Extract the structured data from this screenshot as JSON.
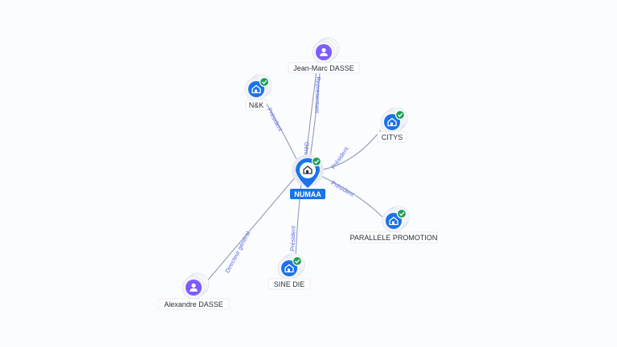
{
  "colors": {
    "company": "#1a73e8",
    "person": "#7c5cff",
    "verified": "#1e9e5a",
    "edge": "#8e9bb8",
    "edge_label": "#5b6ee0"
  },
  "nodes": [
    {
      "id": "numaa",
      "label": "NUMAA",
      "kind": "company",
      "icon": "building-icon",
      "verified": true,
      "center": true
    },
    {
      "id": "jean-marc",
      "label": "Jean-Marc DASSE",
      "kind": "person",
      "icon": "person-icon",
      "verified": false
    },
    {
      "id": "nk",
      "label": "N&K",
      "kind": "company",
      "icon": "building-icon",
      "verified": true
    },
    {
      "id": "citys",
      "label": "CITYS",
      "kind": "company",
      "icon": "building-icon",
      "verified": true
    },
    {
      "id": "parallele",
      "label": "PARALLELE PROMOTION",
      "kind": "company",
      "icon": "building-icon",
      "verified": true
    },
    {
      "id": "sine-die",
      "label": "SINE DIE",
      "kind": "company",
      "icon": "building-icon",
      "verified": true
    },
    {
      "id": "alexandre",
      "label": "Alexandre DASSE",
      "kind": "person",
      "icon": "person-icon",
      "verified": false
    }
  ],
  "edges": [
    {
      "from": "jean-marc",
      "to": "numaa",
      "label": "Representant"
    },
    {
      "from": "jean-marc",
      "to": "numaa",
      "label": "Gérant"
    },
    {
      "from": "nk",
      "to": "numaa",
      "label": "Président"
    },
    {
      "from": "numaa",
      "to": "citys",
      "label": "Président"
    },
    {
      "from": "numaa",
      "to": "parallele",
      "label": "Président"
    },
    {
      "from": "sine-die",
      "to": "numaa",
      "label": "Président"
    },
    {
      "from": "alexandre",
      "to": "numaa",
      "label": "Directeur général"
    }
  ]
}
